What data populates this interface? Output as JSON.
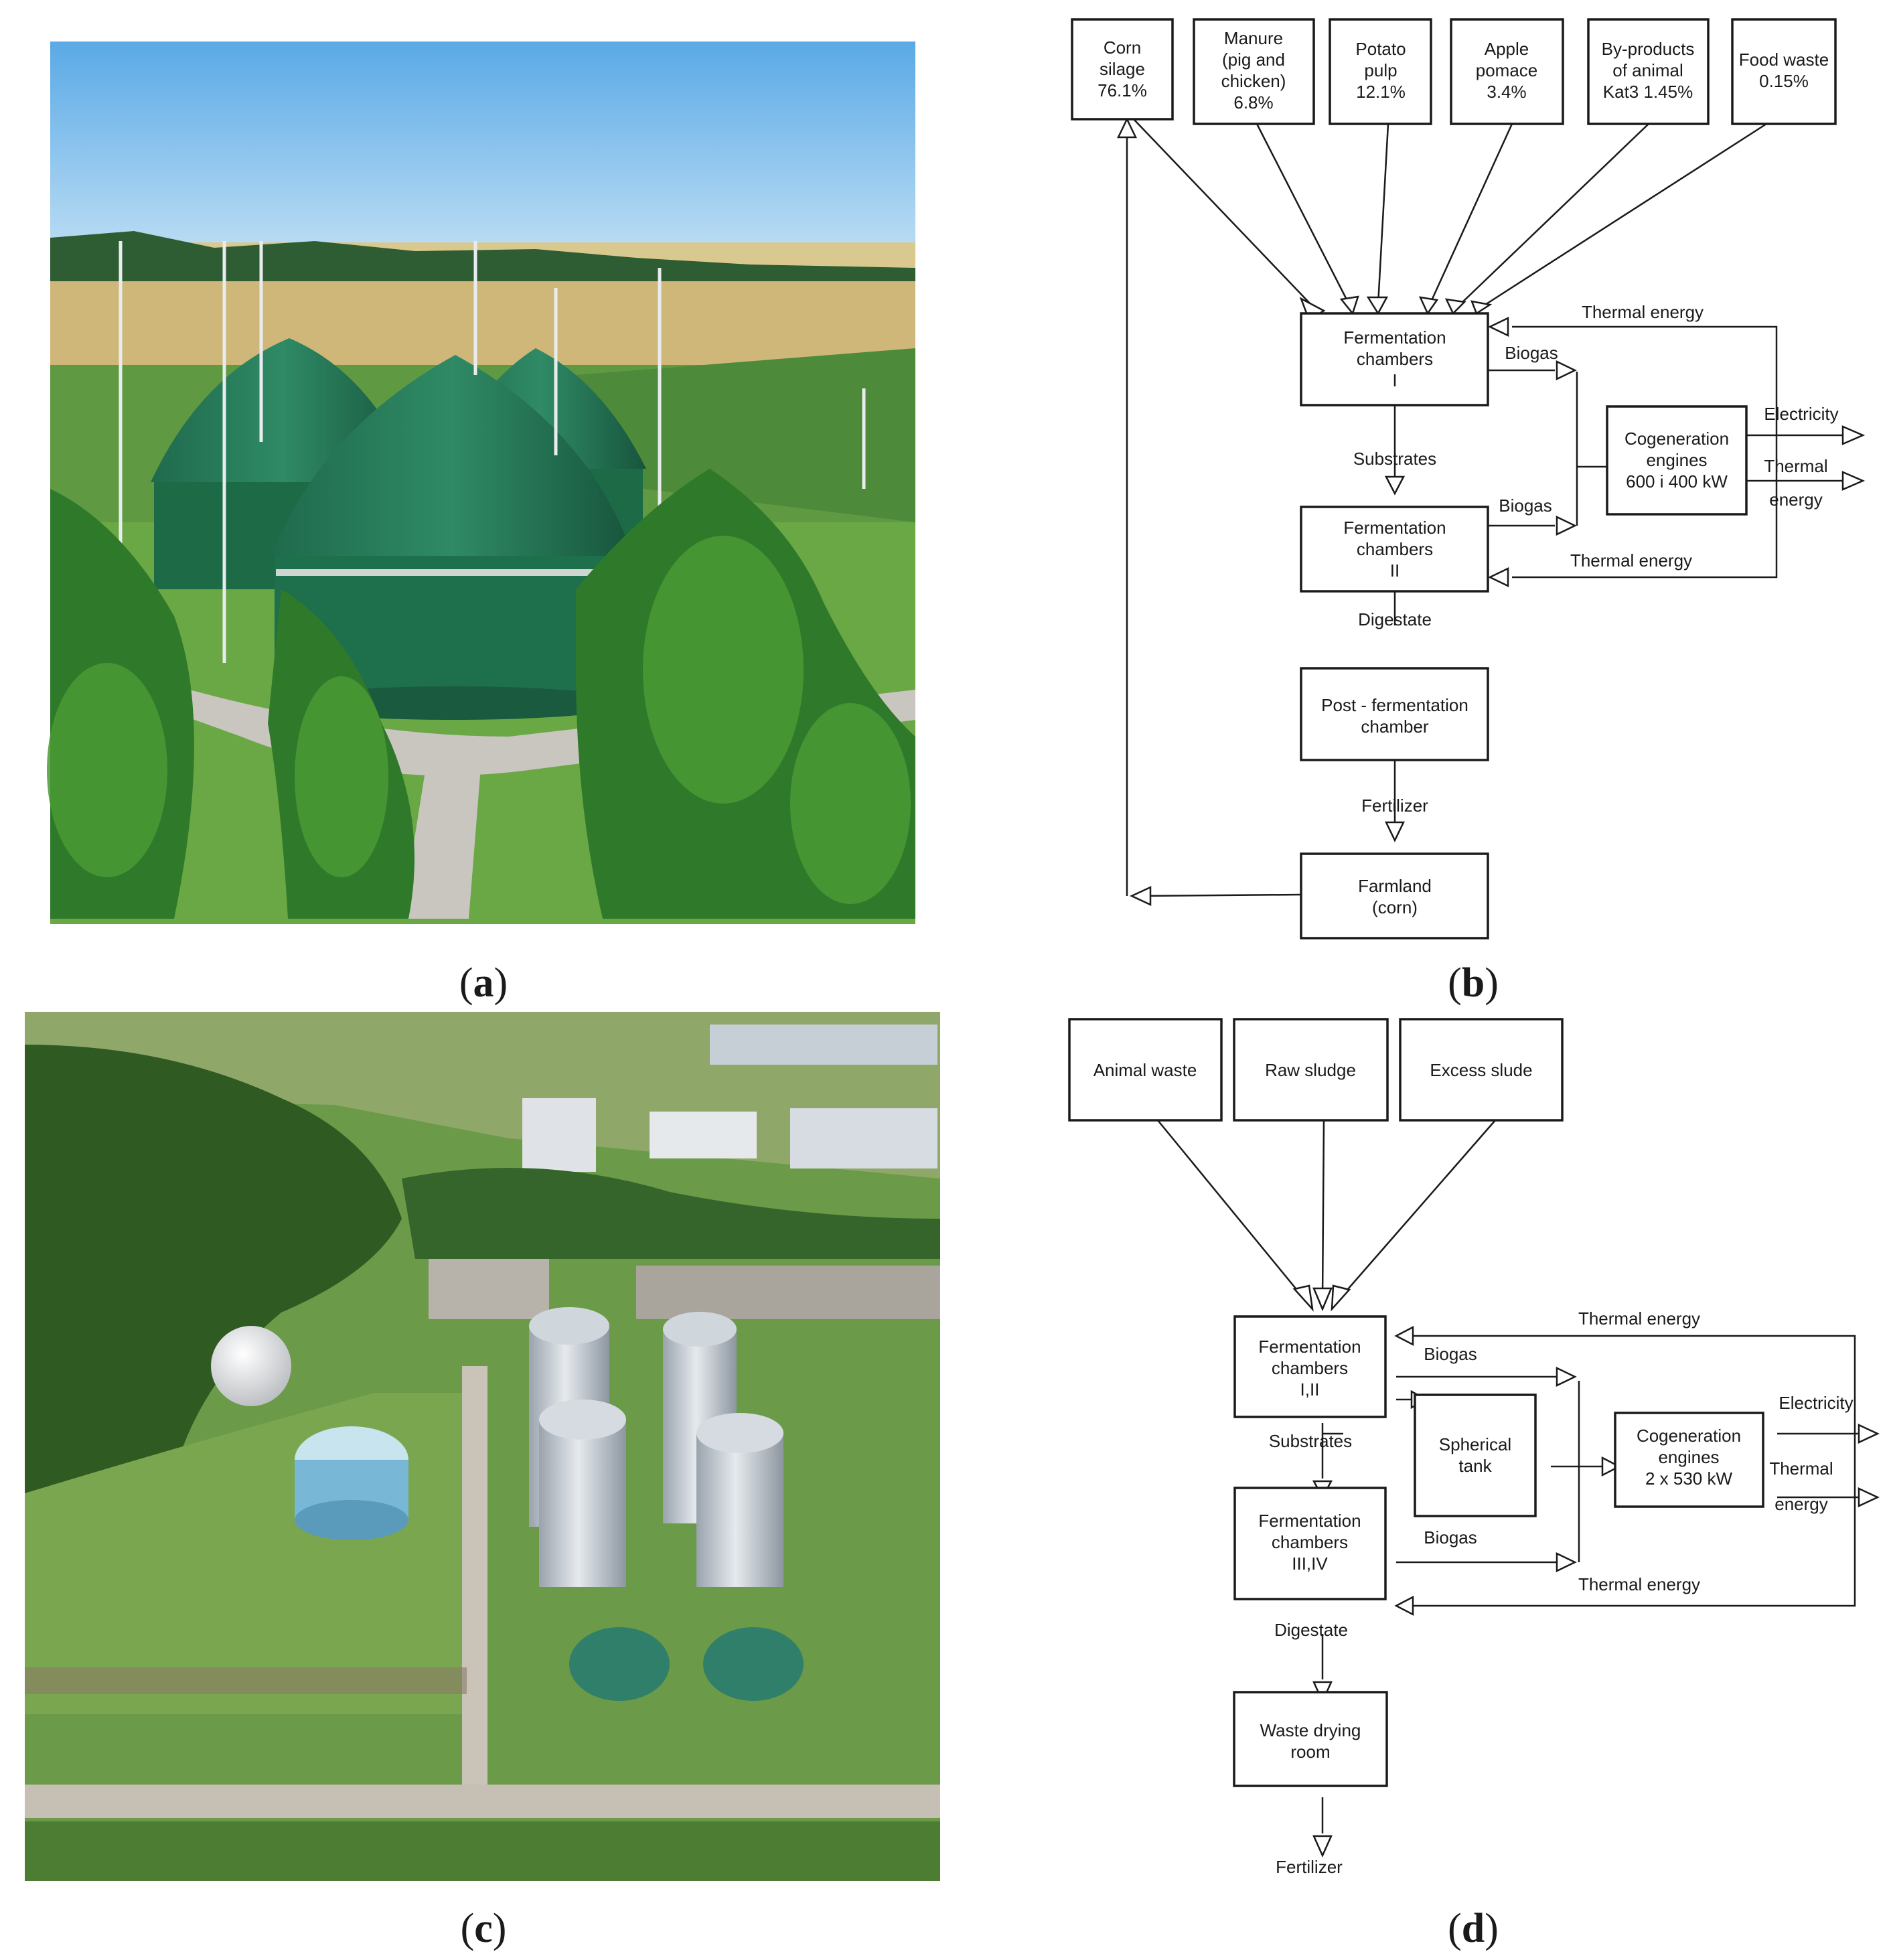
{
  "panels": {
    "a": {
      "label_open": "(",
      "label_letter": "a",
      "label_close": ")",
      "photo": "Farm biogas plant with three green dome-topped digester tanks surrounded by fields and trees"
    },
    "b": {
      "label_open": "(",
      "label_letter": "b",
      "label_close": ")",
      "inputs": [
        {
          "lines": [
            "Corn",
            "silage",
            "76.1%"
          ]
        },
        {
          "lines": [
            "Manure",
            "(pig and",
            "chicken)",
            "6.8%"
          ]
        },
        {
          "lines": [
            "Potato",
            "pulp",
            "12.1%"
          ]
        },
        {
          "lines": [
            "Apple",
            "pomace",
            "3.4%"
          ]
        },
        {
          "lines": [
            "By-products",
            "of animal",
            "Kat3 1.45%"
          ]
        },
        {
          "lines": [
            "Food waste",
            "0.15%"
          ]
        }
      ],
      "ferm1": [
        "Fermentation",
        "chambers",
        "I"
      ],
      "ferm2": [
        "Fermentation",
        "chambers",
        "II"
      ],
      "cogen": [
        "Cogeneration",
        "engines",
        "600 i 400 kW"
      ],
      "post": [
        "Post - fermentation",
        "chamber"
      ],
      "farm": [
        "Farmland",
        "(corn)"
      ],
      "labels": {
        "thermal_top": "Thermal energy",
        "thermal_bottom": "Thermal energy",
        "biogas1": "Biogas",
        "biogas2": "Biogas",
        "substrates": "Substrates",
        "digestate": "Digestate",
        "fertilizer": "Fertilizer",
        "electricity": "Electricity",
        "thermal_out_1": "Thermal",
        "thermal_out_2": "energy"
      }
    },
    "c": {
      "label_open": "(",
      "label_letter": "c",
      "label_close": ")",
      "photo": "Aerial view of a wastewater treatment plant with a spherical gas tank, four silver digester silos and round clarifiers"
    },
    "d": {
      "label_open": "(",
      "label_letter": "d",
      "label_close": ")",
      "inputs": [
        {
          "lines": [
            "Animal waste"
          ]
        },
        {
          "lines": [
            "Raw sludge"
          ]
        },
        {
          "lines": [
            "Excess slude"
          ]
        }
      ],
      "ferm1": [
        "Fermentation",
        "chambers",
        "I,II"
      ],
      "ferm2": [
        "Fermentation",
        "chambers",
        "III,IV"
      ],
      "sphere": [
        "Spherical",
        "tank"
      ],
      "cogen": [
        "Cogeneration",
        "engines",
        "2 x 530 kW"
      ],
      "dry": [
        "Waste drying",
        "room"
      ],
      "labels": {
        "thermal_top": "Thermal energy",
        "thermal_bottom": "Thermal energy",
        "biogas1": "Biogas",
        "biogas2": "Biogas",
        "substrates": "Substrates",
        "digestate": "Digestate",
        "fertilizer": "Fertilizer",
        "electricity": "Electricity",
        "thermal_out_1": "Thermal",
        "thermal_out_2": "energy"
      }
    }
  }
}
